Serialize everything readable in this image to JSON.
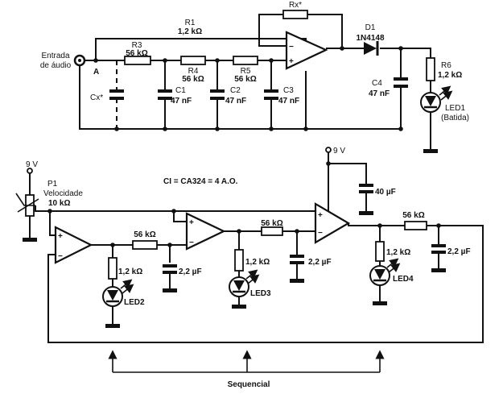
{
  "labels": {
    "input": [
      "Entrada",
      "de áudio"
    ],
    "node_a": "A",
    "r1": {
      "name": "R1",
      "value": "1,2 kΩ"
    },
    "rx": "Rx*",
    "r3": {
      "name": "R3",
      "value": "56 kΩ"
    },
    "r4": {
      "name": "R4",
      "value": "56 kΩ"
    },
    "r5": {
      "name": "R5",
      "value": "56 kΩ"
    },
    "cx": "Cx*",
    "c1": {
      "name": "C1",
      "value": "47 nF"
    },
    "c2": {
      "name": "C2",
      "value": "47 nF"
    },
    "c3": {
      "name": "C3",
      "value": "47 nF"
    },
    "d1": {
      "name": "D1",
      "part": "1N4148"
    },
    "c4": {
      "name": "C4",
      "value": "47 nF"
    },
    "r6": {
      "name": "R6",
      "value": "1,2 kΩ"
    },
    "led1": {
      "name": "LED1",
      "note": "(Batida)"
    },
    "vcc_left": "9 V",
    "vcc_right": "9 V",
    "p1": {
      "name": "P1",
      "role": "Velocidade",
      "value": "10 kΩ"
    },
    "ic_note": "CI = CA324 = 4 A.O.",
    "c_40": "40 µF",
    "r_56a": "56 kΩ",
    "r_56b": "56 kΩ",
    "r_56c": "56 kΩ",
    "r_led2": "1,2 kΩ",
    "r_led3": "1,2 kΩ",
    "r_led4": "1,2 kΩ",
    "c_22a": "2,2 µF",
    "c_22b": "2,2 µF",
    "c_22c": "2,2 µF",
    "led2": "LED2",
    "led3": "LED3",
    "led4": "LED4",
    "sequencial": "Sequencial",
    "plus": "+",
    "minus": "−"
  }
}
